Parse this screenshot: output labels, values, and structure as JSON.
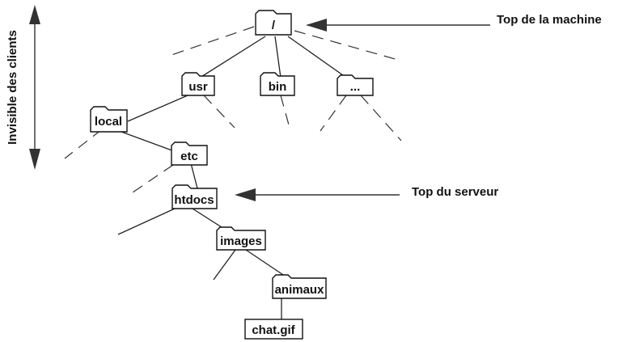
{
  "tree": {
    "root": "/",
    "usr": "usr",
    "bin": "bin",
    "more": "...",
    "local": "local",
    "etc": "etc",
    "htdocs": "htdocs",
    "images": "images",
    "animaux": "animaux",
    "file": "chat.gif"
  },
  "annotations": {
    "machine_top": "Top de la machine",
    "server_top": "Top du serveur",
    "invisible": "Invisible des clients"
  }
}
